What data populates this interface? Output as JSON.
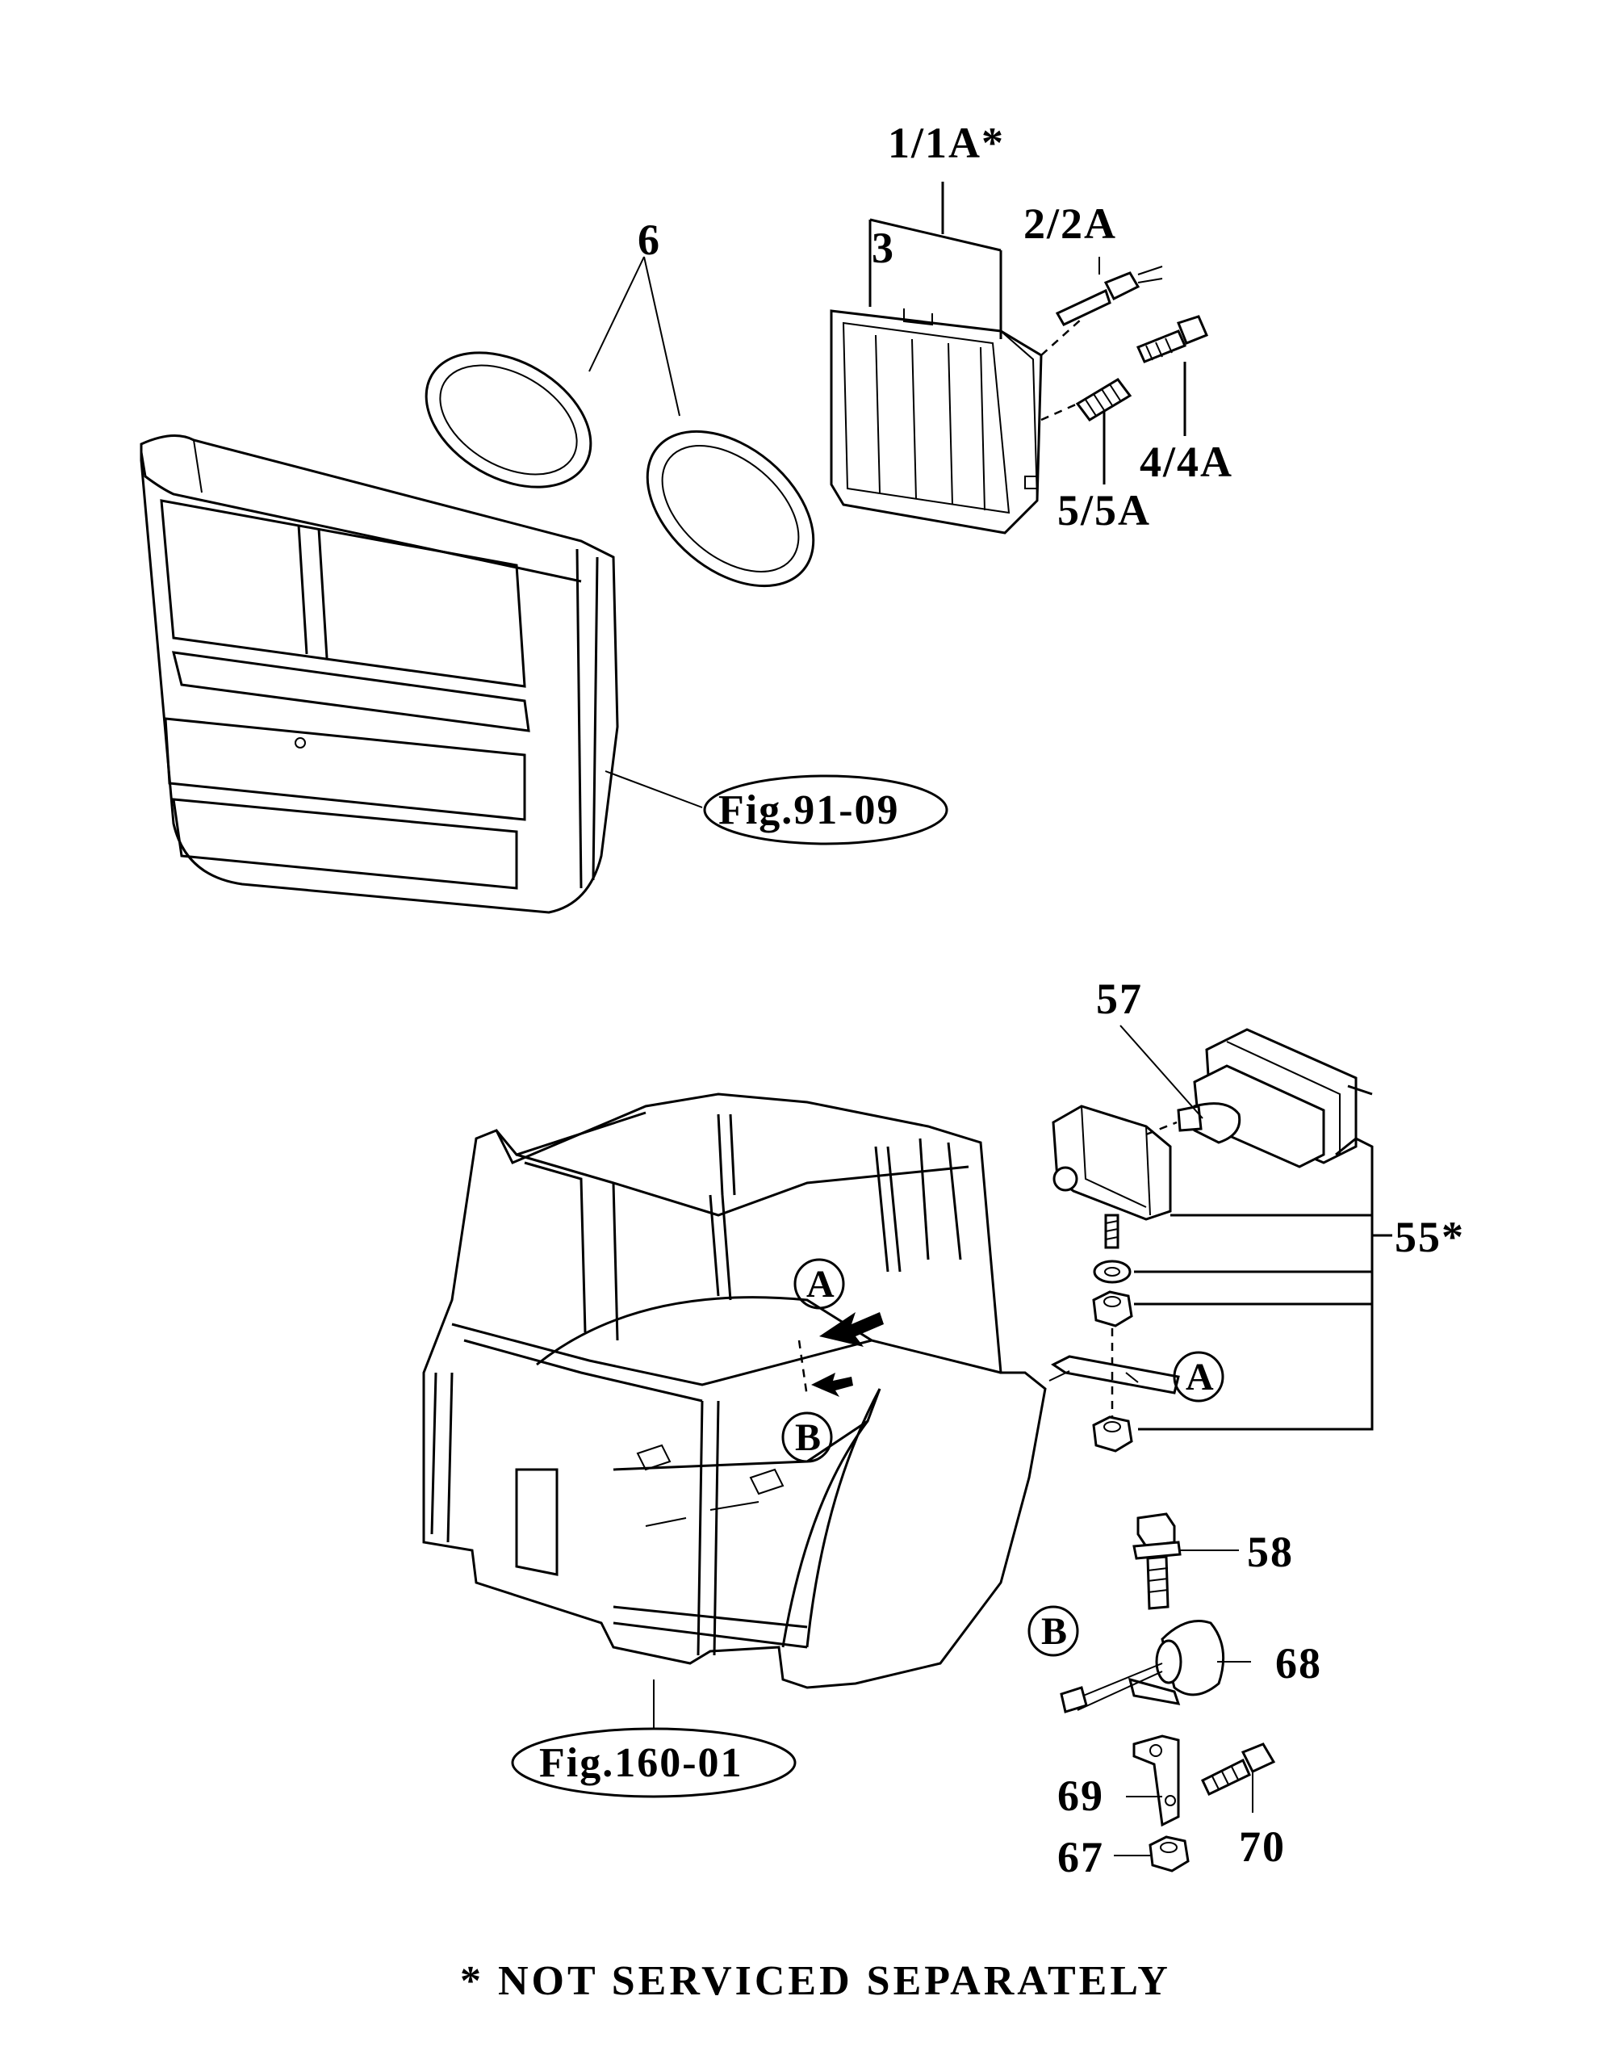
{
  "callouts": {
    "c1": "1/1A*",
    "c2": "2/2A",
    "c3": "3",
    "c4": "4/4A",
    "c5": "5/5A",
    "c6": "6",
    "c55": "55*",
    "c57": "57",
    "c58": "58",
    "c67": "67",
    "c68": "68",
    "c69": "69",
    "c70": "70"
  },
  "detail_labels": {
    "a": "A",
    "b": "B"
  },
  "figure_refs": {
    "grille": "Fig.91-09",
    "cab": "Fig.160-01"
  },
  "footnote": "* NOT SERVICED SEPARATELY",
  "icons": [
    "headlamp-icon",
    "bulb-icon",
    "spring-icon",
    "screw-icon",
    "gasket-icon",
    "grille-icon",
    "cab-icon",
    "work-lamp-icon",
    "washer-icon",
    "nut-icon",
    "bolt-icon",
    "horn-icon",
    "bracket-icon",
    "arrow-icon"
  ]
}
